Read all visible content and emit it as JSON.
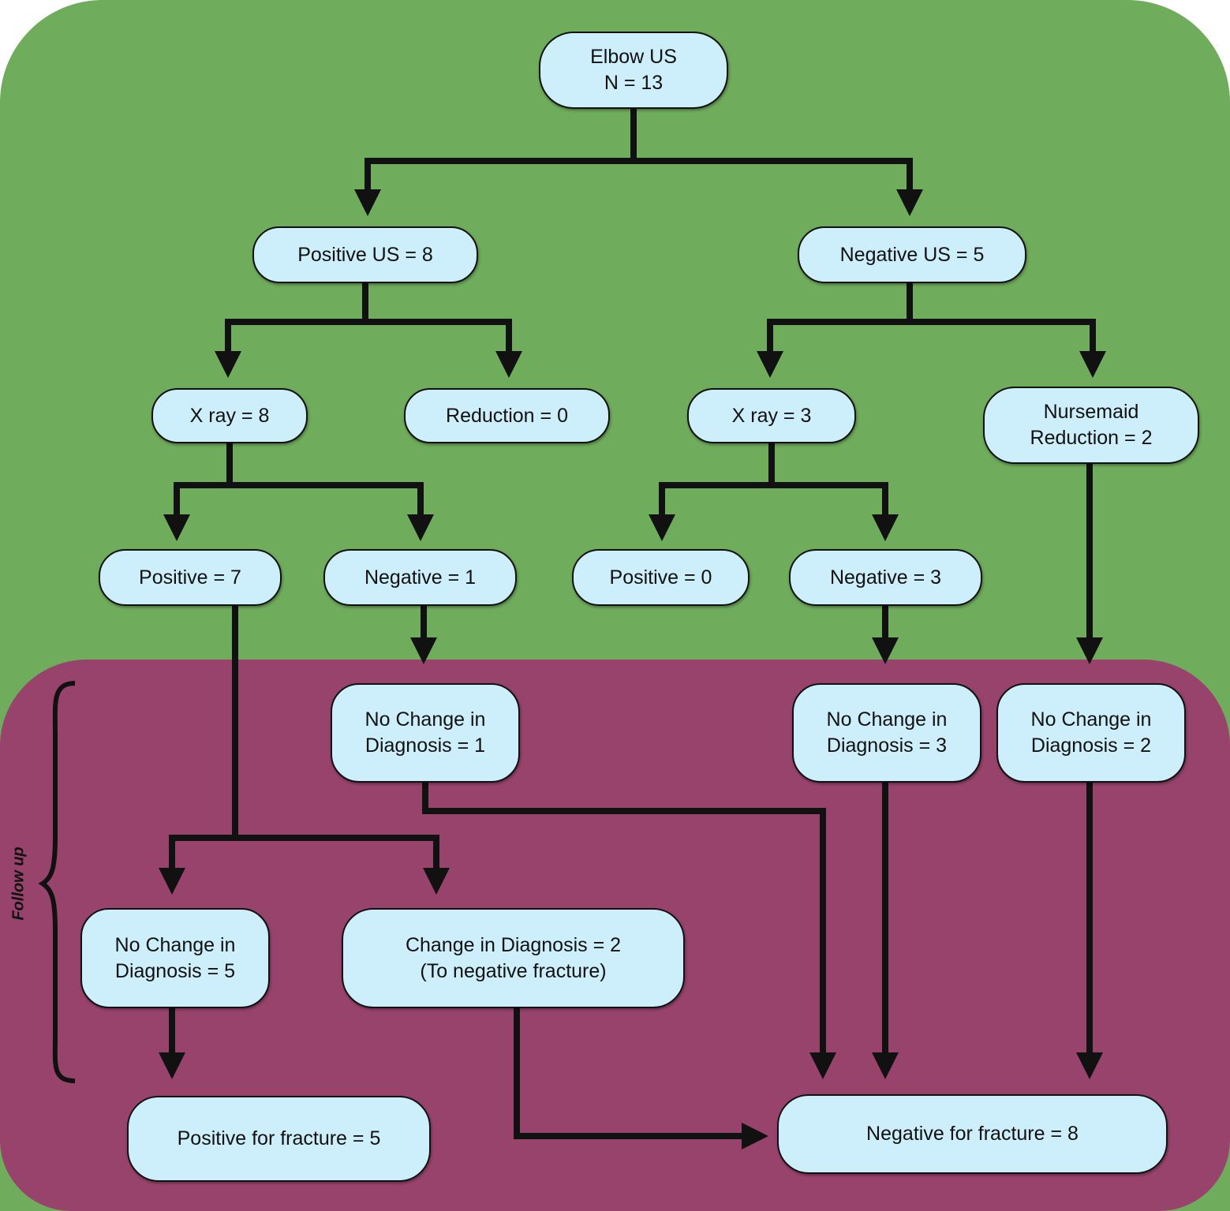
{
  "colors": {
    "top_band": "#6fac5c",
    "bottom_band": "#98436c",
    "node_fill": "#cdeefb",
    "stroke": "#111111"
  },
  "side_label": "Follow up",
  "nodes": {
    "root": "Elbow US\nN = 13",
    "positive_us": "Positive US = 8",
    "negative_us": "Negative US = 5",
    "xray_pos": "X ray = 8",
    "reduction": "Reduction = 0",
    "xray_neg": "X ray = 3",
    "nursemaid": "Nursemaid\nReduction = 2",
    "positive_7": "Positive = 7",
    "negative_1": "Negative = 1",
    "positive_0": "Positive = 0",
    "negative_3": "Negative = 3",
    "nochange_1": "No Change in\nDiagnosis = 1",
    "nochange_3": "No Change in\nDiagnosis = 3",
    "nochange_2": "No Change in\nDiagnosis = 2",
    "nochange_5": "No Change in\nDiagnosis = 5",
    "change_2": "Change in Diagnosis = 2\n(To negative fracture)",
    "positive_fracture": "Positive for fracture = 5",
    "negative_fracture": "Negative for fracture = 8"
  }
}
